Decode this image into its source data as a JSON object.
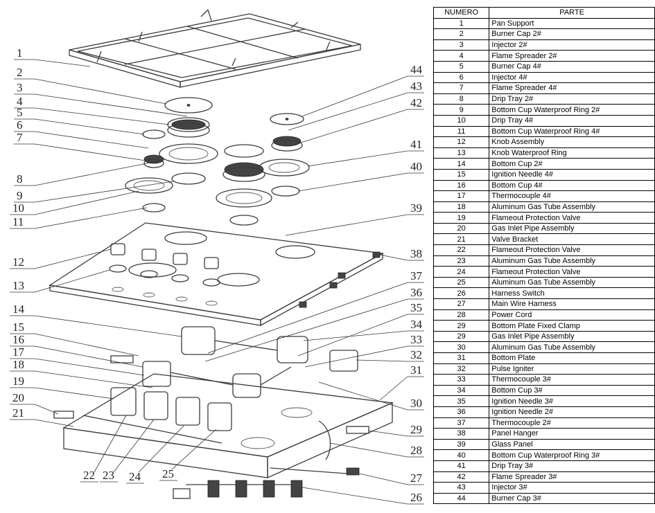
{
  "table": {
    "header_numero": "NUMERO",
    "header_parte": "PARTE",
    "rows": [
      {
        "n": "1",
        "part": "Pan Support"
      },
      {
        "n": "2",
        "part": "Burner Cap 2#"
      },
      {
        "n": "3",
        "part": "Injector 2#"
      },
      {
        "n": "4",
        "part": "Flame Spreader 2#"
      },
      {
        "n": "5",
        "part": "Burner Cap 4#"
      },
      {
        "n": "6",
        "part": "Injector 4#"
      },
      {
        "n": "7",
        "part": "Flame Spreader 4#"
      },
      {
        "n": "8",
        "part": "Drip Tray 2#"
      },
      {
        "n": "9",
        "part": "Bottom Cup Waterproof Ring 2#"
      },
      {
        "n": "10",
        "part": "Drip Tray 4#"
      },
      {
        "n": "11",
        "part": "Bottom Cup Waterproof Ring 4#"
      },
      {
        "n": "12",
        "part": "Knob Assembly"
      },
      {
        "n": "13",
        "part": "Knob Waterproof Ring"
      },
      {
        "n": "14",
        "part": "Bottom Cup 2#"
      },
      {
        "n": "15",
        "part": "Ignition Needle 4#"
      },
      {
        "n": "16",
        "part": "Bottom Cup 4#"
      },
      {
        "n": "17",
        "part": "Thermocouple 4#"
      },
      {
        "n": "18",
        "part": "Aluminum Gas Tube Assembly"
      },
      {
        "n": "19",
        "part": "Flameout Protection Valve"
      },
      {
        "n": "20",
        "part": "Gas Inlet Pipe Assembly"
      },
      {
        "n": "21",
        "part": "Valve Bracket"
      },
      {
        "n": "22",
        "part": "Flameout Protection Valve"
      },
      {
        "n": "23",
        "part": "Aluminum Gas Tube Assembly"
      },
      {
        "n": "24",
        "part": "Flameout Protection Valve"
      },
      {
        "n": "25",
        "part": "Aluminum Gas Tube Assembly"
      },
      {
        "n": "26",
        "part": "Harness Switch"
      },
      {
        "n": "27",
        "part": "Main Wire Harness"
      },
      {
        "n": "28",
        "part": "Power Cord"
      },
      {
        "n": "29",
        "part": "Bottom Plate Fixed Clamp"
      },
      {
        "n": "29",
        "part": "Gas Inlet Pipe Assembly"
      },
      {
        "n": "30",
        "part": "Aluminum Gas Tube Assembly"
      },
      {
        "n": "31",
        "part": "Bottom Plate"
      },
      {
        "n": "32",
        "part": "Pulse Igniter"
      },
      {
        "n": "33",
        "part": "Thermocouple 3#"
      },
      {
        "n": "34",
        "part": "Bottom Cup 3#"
      },
      {
        "n": "35",
        "part": "Ignition Needle 3#"
      },
      {
        "n": "36",
        "part": "Ignition Needle 2#"
      },
      {
        "n": "37",
        "part": "Thermocouple 2#"
      },
      {
        "n": "38",
        "part": "Panel Hanger"
      },
      {
        "n": "39",
        "part": "Glass Panel"
      },
      {
        "n": "40",
        "part": "Bottom Cup Waterproof Ring 3#"
      },
      {
        "n": "41",
        "part": "Drip Tray 3#"
      },
      {
        "n": "42",
        "part": "Flame Spreader 3#"
      },
      {
        "n": "43",
        "part": "Injector 3#"
      },
      {
        "n": "44",
        "part": "Burner Cap 3#"
      }
    ]
  },
  "diagram": {
    "callouts_left": [
      "1",
      "2",
      "3",
      "4",
      "5",
      "6",
      "7",
      "8",
      "9",
      "10",
      "11",
      "12",
      "13",
      "14",
      "15",
      "16",
      "17",
      "18",
      "19",
      "20",
      "21"
    ],
    "callouts_right": [
      "44",
      "43",
      "42",
      "41",
      "40",
      "39",
      "38",
      "37",
      "36",
      "35",
      "34",
      "33",
      "32",
      "31",
      "30",
      "29",
      "28",
      "27",
      "26"
    ],
    "callouts_bottom": [
      "22",
      "23",
      "24",
      "25"
    ]
  }
}
